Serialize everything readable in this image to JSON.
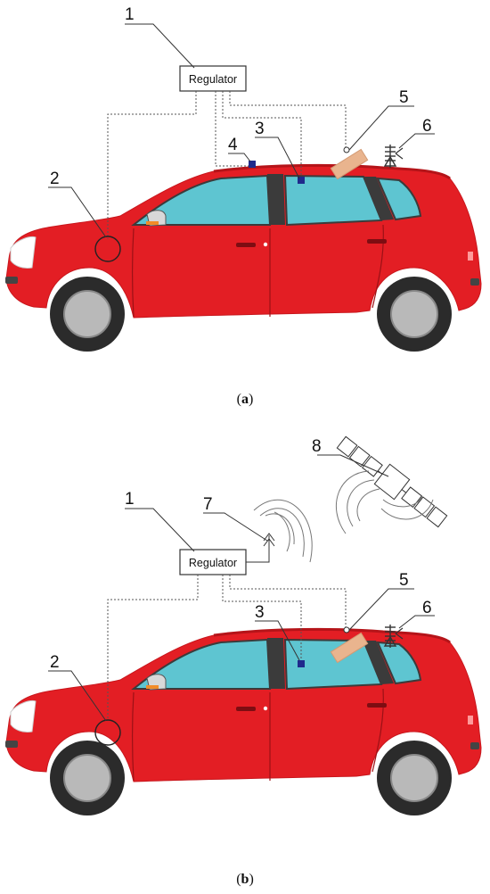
{
  "regulator_label": "Regulator",
  "panels": [
    {
      "caption_open": "(",
      "caption_letter": "a",
      "caption_close": ")",
      "labels": [
        "1",
        "2",
        "3",
        "4",
        "5",
        "6"
      ]
    },
    {
      "caption_open": "(",
      "caption_letter": "b",
      "caption_close": ")",
      "labels": [
        "1",
        "2",
        "3",
        "5",
        "6",
        "7",
        "8"
      ]
    }
  ],
  "colors": {
    "body": "#e31e24",
    "glass": "#5ec5d1",
    "tire": "#2b2b2b",
    "rim": "#b9b9b9",
    "sensor_blue": "#1f2a8c",
    "panel_tan": "#e9b48e",
    "indicator_orange": "#f28c28"
  }
}
